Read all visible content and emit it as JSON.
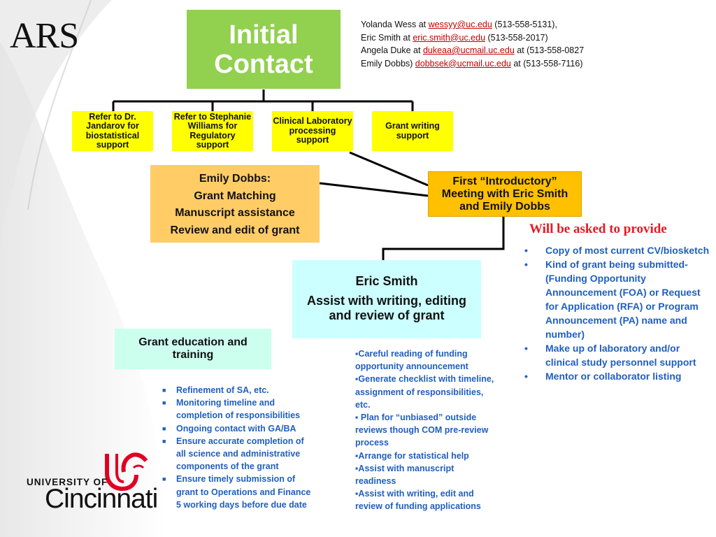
{
  "ars_title": "ARS",
  "initial_contact": {
    "line1": "Initial",
    "line2": "Contact"
  },
  "contacts": [
    {
      "pre": "Yolanda Wess at ",
      "email": "wessyy@uc.edu",
      "post": " (513-558-5131),"
    },
    {
      "pre": "Eric Smith at ",
      "email": "eric.smith@uc.edu",
      "post": " (513-558-2017)"
    },
    {
      "pre": "Angela Duke at ",
      "email": "dukeaa@ucmail.uc.edu",
      "post": " at (513-558-0827"
    },
    {
      "pre": "Emily Dobbs) ",
      "email": "dobbsek@ucmail.uc.edu",
      "post": " at (513-558-7116)"
    }
  ],
  "yellow_boxes": [
    {
      "lines": [
        "Refer to Dr.",
        "Jandarov for",
        "biostatistical",
        "support"
      ]
    },
    {
      "lines": [
        "Refer to Stephanie",
        "Williams for",
        "Regulatory",
        "support"
      ]
    },
    {
      "lines": [
        "Clinical Laboratory",
        "processing",
        "support"
      ]
    },
    {
      "lines": [
        "Grant writing",
        "support"
      ]
    }
  ],
  "emily_box": {
    "lines": [
      "Emily Dobbs:",
      "Grant Matching",
      "Manuscript assistance",
      "Review and edit of grant"
    ]
  },
  "intro_box": {
    "lines": [
      "First “Introductory”",
      "Meeting with Eric Smith",
      "and Emily Dobbs"
    ]
  },
  "will_be_asked": "Will be asked to provide",
  "provide_list": [
    "Copy of most current CV/biosketch",
    "Kind of grant being submitted- (Funding Opportunity Announcement (FOA) or Request for Application (RFA) or Program Announcement (PA) name and number)",
    "Make up of laboratory and/or clinical study personnel support",
    "Mentor or collaborator listing"
  ],
  "eric_box": {
    "title": "Eric Smith",
    "sub1": "Assist with writing, editing",
    "sub2": "and review of grant"
  },
  "education_box": {
    "line1": "Grant education and",
    "line2": "training"
  },
  "education_list": [
    "Refinement of SA, etc.",
    "Monitoring timeline and completion of responsibilities",
    "Ongoing contact with GA/BA",
    "Ensure accurate completion of all science and administrative components of the grant",
    "Ensure timely submission of grant to Operations and Finance 5 working days before due date"
  ],
  "eric_list": [
    "▪Careful reading  of funding opportunity announcement",
    "▪Generate checklist with timeline, assignment of responsibilities, etc.",
    "▪ Plan for “unbiased” outside reviews though COM pre-review process",
    "▪Arrange for statistical help",
    "▪Assist with manuscript readiness",
    "▪Assist with writing, edit and review of funding applications"
  ],
  "uc": {
    "line1": "UNIVERSITY OF",
    "line2": "Cincinnati"
  }
}
